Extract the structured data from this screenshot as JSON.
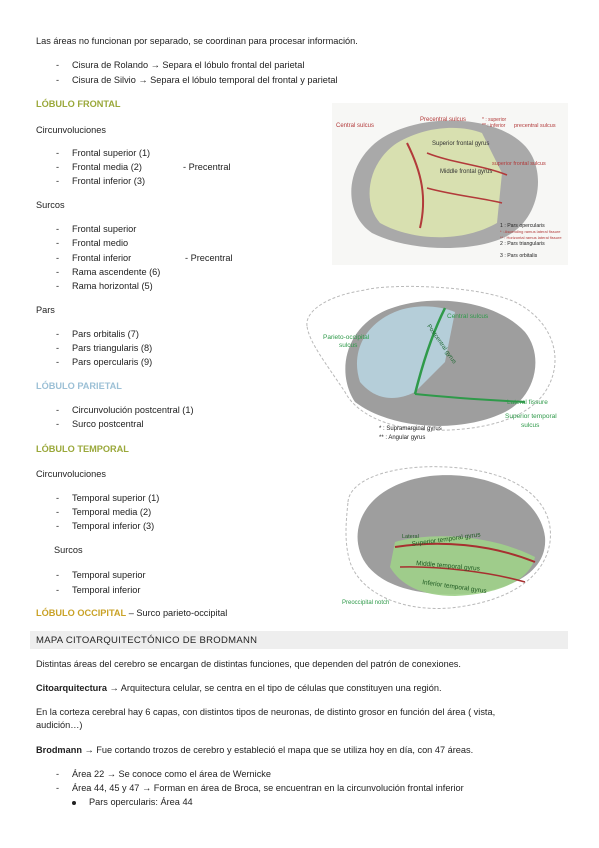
{
  "intro": "Las áreas no funcionan por separado, se coordinan para procesar información.",
  "cisuras": [
    "Cisura de Rolando → Separa el lóbulo frontal del parietal",
    "Cisura de Silvio → Separa el lóbulo temporal del frontal y parietal"
  ],
  "frontal": {
    "heading": "LÓBULO FRONTAL",
    "circ_title": "Circunvoluciones",
    "circ": [
      "Frontal superior (1)",
      "Frontal media (2)",
      "Frontal inferior (3)"
    ],
    "circ_note": "- Precentral",
    "surcos_title": "Surcos",
    "surcos": [
      "Frontal superior",
      "Frontal medio",
      "Frontal inferior",
      "Rama ascendente (6)",
      "Rama horizontal (5)"
    ],
    "surcos_note": "- Precentral",
    "pars_title": "Pars",
    "pars": [
      "Pars orbitalis (7)",
      "Pars triangularis (8)",
      "Pars opercularis (9)"
    ]
  },
  "parietal": {
    "heading": "LÓBULO PARIETAL",
    "items": [
      "Circunvolución postcentral (1)",
      "Surco postcentral"
    ]
  },
  "temporal": {
    "heading": "LÓBULO TEMPORAL",
    "circ_title": "Circunvoluciones",
    "circ": [
      "Temporal superior (1)",
      "Temporal media (2)",
      "Temporal inferior (3)"
    ],
    "surcos_title": "Surcos",
    "surcos": [
      "Temporal superior",
      "Temporal inferior"
    ]
  },
  "occipital": {
    "heading": "LÓBULO OCCIPITAL",
    "rest": " – Surco parieto-occipital"
  },
  "section": "MAPA CITOARQUITECTÓNICO DE BRODMANN",
  "p1": "Distintas áreas del cerebro se encargan de distintas funciones, que dependen del patrón de conexiones.",
  "citoarq": {
    "term": "Citoarquitectura",
    "rest": " → Arquitectura celular, se centra en el tipo de células que constituyen una región."
  },
  "p3_line1": "En la corteza cerebral hay 6 capas, con distintos tipos de neuronas, de distinto grosor en función del área ( vista,",
  "p3_line2": "audición…)",
  "brodmann": {
    "term": "Brodmann",
    "rest": " → Fue cortando trozos de cerebro y estableció el mapa que se utiliza hoy en día, con 47 áreas."
  },
  "areas": [
    "Área 22 → Se conoce como el área de Wernicke",
    "Área 44, 45 y 47 → Forman en área de Broca, se encuentran en la circunvolución frontal inferior"
  ],
  "sub_bullet": "Pars opercularis: Área 44",
  "fig1": {
    "central_sulcus": "Central sulcus",
    "precentral_sulcus": "Precentral sulcus",
    "superior_inferior": "* : superior\n** : inferior",
    "precentral_sulcus_right": "precentral sulcus",
    "superior_frontal_gyrus": "Superior frontal gyrus",
    "middle_frontal_gyrus": "Middle frontal gyrus",
    "superior_frontal_sulcus": "superior frontal sulcus",
    "legend": [
      "1 : Pars opercularis",
      "2 : Pars triangularis",
      "3 : Pars orbitalis"
    ],
    "legend_small": [
      "* : Ascending ramus lateral fissure",
      "** : Horizontal ramus lateral fissure"
    ]
  },
  "fig2": {
    "central_sulcus": "Central sulcus",
    "parieto_occipital": "Parieto-occipital",
    "sulcus": "sulcus",
    "postcentral_gyrus": "Postcentral gyrus",
    "lateral_fissure": "Lateral fissure",
    "superior_temporal": "Superior temporal",
    "sulcus2": "sulcus",
    "legend1": "* : Supramarginal gyrus",
    "legend2": "** : Angular gyrus"
  },
  "fig3": {
    "superior_temporal_gyrus": "Superior temporal gyrus",
    "middle_temporal_gyrus": "Middle temporal gyrus",
    "inferior_temporal_gyrus": "Inferior temporal gyrus",
    "preoccipital_notch": "Preoccipital notch",
    "lateral": "Lateral"
  },
  "colors": {
    "frontal": "#9aa83a",
    "parietal": "#9cc0d6",
    "occipital": "#c9a227",
    "section_bg": "#eeeeee"
  }
}
